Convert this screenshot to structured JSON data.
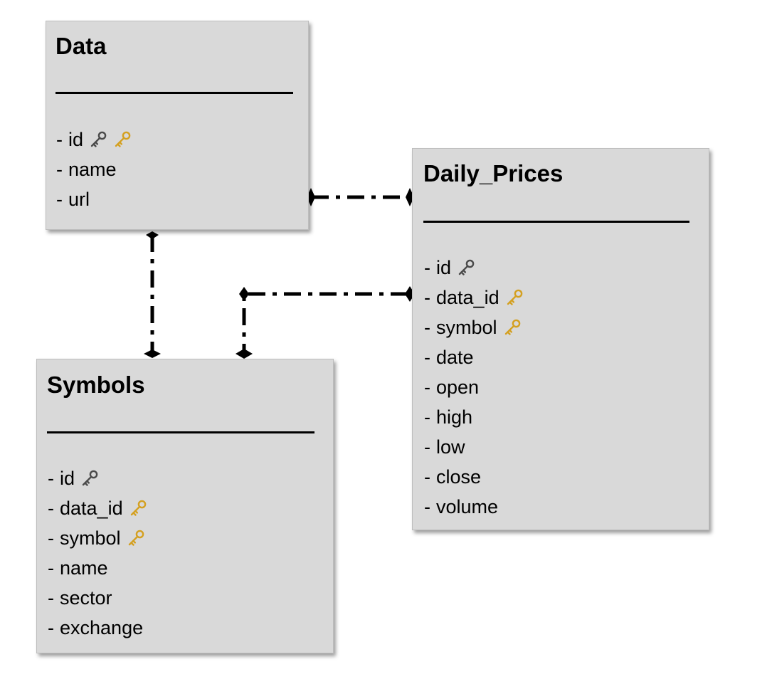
{
  "colors": {
    "table_bg": "#d9d9d9",
    "primary_key": "#4a4a4a",
    "foreign_key": "#d4a020",
    "connector": "#000000"
  },
  "tables": {
    "data": {
      "title": "Data",
      "fields": [
        {
          "label": "id",
          "keys": [
            "primary-key-icon",
            "foreign-key-icon"
          ]
        },
        {
          "label": "name",
          "keys": []
        },
        {
          "label": "url",
          "keys": []
        }
      ]
    },
    "daily_prices": {
      "title": "Daily_Prices",
      "fields": [
        {
          "label": "id",
          "keys": [
            "primary-key-icon"
          ]
        },
        {
          "label": "data_id",
          "keys": [
            "foreign-key-icon"
          ]
        },
        {
          "label": "symbol",
          "keys": [
            "foreign-key-icon"
          ]
        },
        {
          "label": "date",
          "keys": []
        },
        {
          "label": "open",
          "keys": []
        },
        {
          "label": "high",
          "keys": []
        },
        {
          "label": "low",
          "keys": []
        },
        {
          "label": "close",
          "keys": []
        },
        {
          "label": "volume",
          "keys": []
        }
      ]
    },
    "symbols": {
      "title": "Symbols",
      "fields": [
        {
          "label": "id",
          "keys": [
            "primary-key-icon"
          ]
        },
        {
          "label": "data_id",
          "keys": [
            "foreign-key-icon"
          ]
        },
        {
          "label": "symbol",
          "keys": [
            "foreign-key-icon"
          ]
        },
        {
          "label": "name",
          "keys": []
        },
        {
          "label": "sector",
          "keys": []
        },
        {
          "label": "exchange",
          "keys": []
        }
      ]
    }
  },
  "relationships": [
    {
      "from": "data",
      "to": "daily_prices",
      "style": "dash-dot"
    },
    {
      "from": "data",
      "to": "symbols",
      "style": "dash-dot"
    },
    {
      "from": "symbols",
      "to": "daily_prices",
      "style": "dash-dot"
    }
  ]
}
